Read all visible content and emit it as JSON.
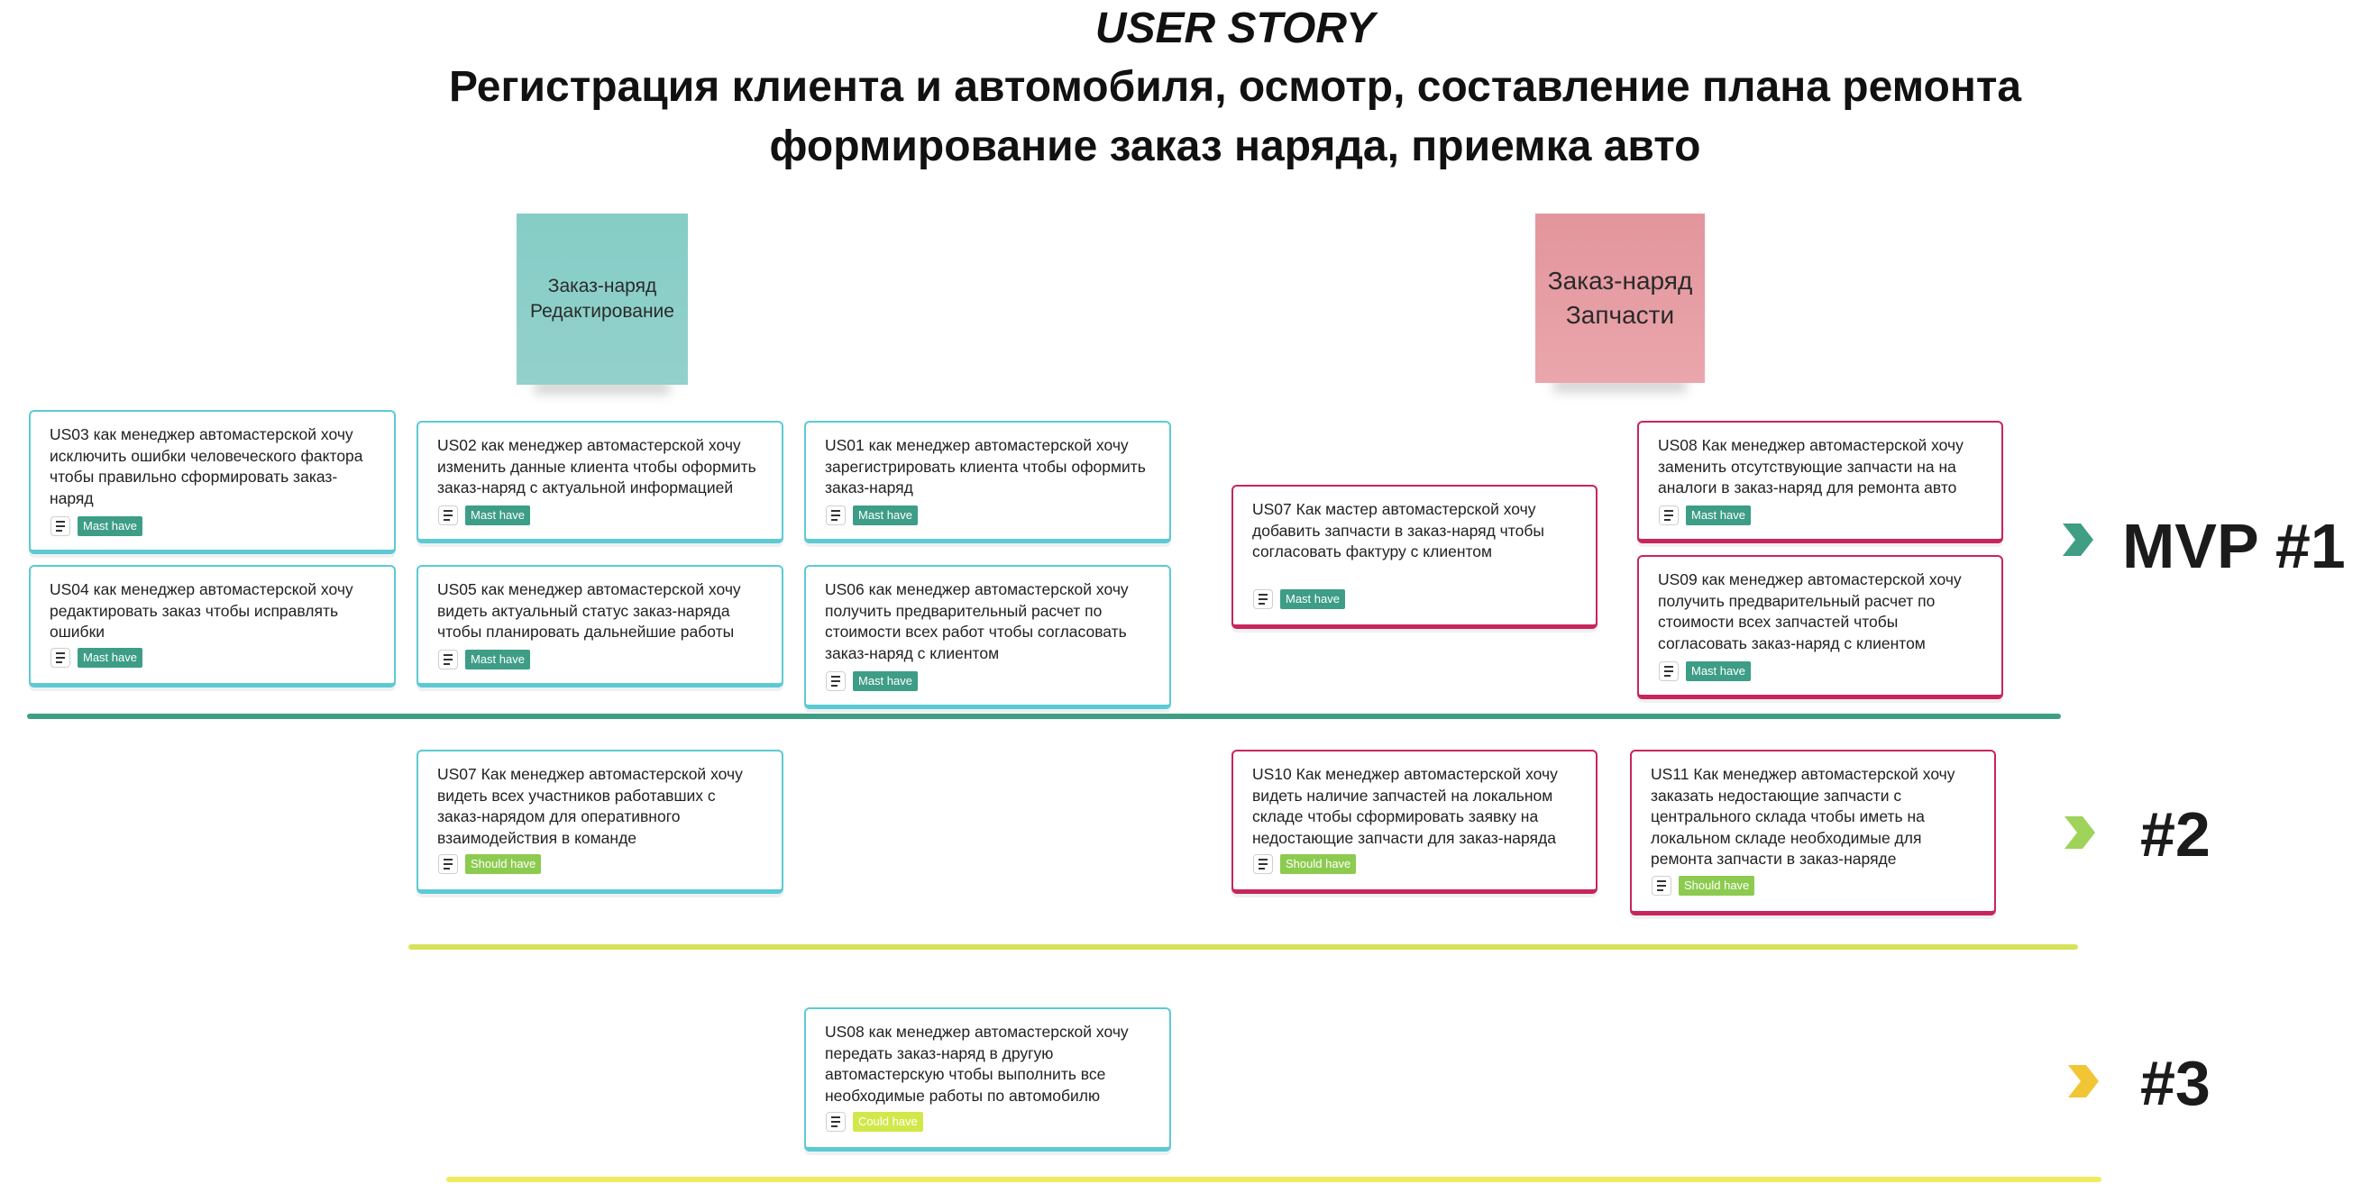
{
  "header": {
    "title": "USER STORY",
    "subtitle": "Регистрация клиента и автомобиля, осмотр, составление плана ремонта формирование заказ наряда, приемка авто"
  },
  "stickies": {
    "edit": "Заказ-наряд Редактирование",
    "parts": "Заказ-наряд Запчасти"
  },
  "cards": {
    "us03": {
      "text": "US03 как менеджер автомастерской хочу исключить ошибки человеческого фактора чтобы правильно сформировать заказ-наряд",
      "badge": "Mast have"
    },
    "us04": {
      "text": "US04 как менеджер автомастерской хочу редактировать заказ чтобы исправлять ошибки",
      "badge": "Mast have"
    },
    "us02": {
      "text": "US02 как менеджер автомастерской хочу изменить данные клиента чтобы оформить заказ-наряд с актуальной информацией",
      "badge": "Mast have"
    },
    "us05": {
      "text": "US05 как менеджер автомастерской хочу видеть актуальный статус заказ-наряда чтобы планировать дальнейшие работы",
      "badge": "Mast have"
    },
    "us01": {
      "text": "US01 как менеджер автомастерской хочу зарегистрировать клиента чтобы оформить заказ-наряд",
      "badge": "Mast have"
    },
    "us06": {
      "text": "US06 как менеджер автомастерской хочу получить предварительный расчет по стоимости всех работ чтобы согласовать заказ-наряд с клиентом",
      "badge": "Mast have"
    },
    "us07m": {
      "text": "US07 Как мастер автомастерской хочу добавить запчасти в заказ-наряд чтобы согласовать фактуру с клиентом",
      "badge": "Mast have"
    },
    "us08r": {
      "text": "US08 Как менеджер автомастерской хочу заменить отсутствующие запчасти на на аналоги в заказ-наряд для ремонта авто",
      "badge": "Mast have"
    },
    "us09": {
      "text": "US09 как менеджер автомастерской хочу получить предварительный расчет по стоимости всех запчастей чтобы согласовать заказ-наряд с клиентом",
      "badge": "Mast have"
    },
    "us07": {
      "text": "US07 Как менеджер автомастерской хочу видеть всех участников работавших с заказ-нарядом для оперативного взаимодействия в команде",
      "badge": "Should have"
    },
    "us10": {
      "text": "US10 Как менеджер автомастерской хочу видеть наличие запчастей на локальном складе чтобы сформировать заявку на недостающие запчасти для заказ-наряда",
      "badge": "Should have"
    },
    "us11": {
      "text": "US11 Как менеджер автомастерской хочу заказать недостающие запчасти с центрального склада чтобы иметь на локальном складе необходимые для ремонта запчасти в заказ-наряде",
      "badge": "Should have"
    },
    "us08": {
      "text": "US08 как менеджер автомастерской хочу передать заказ-наряд в другую автомастерскую чтобы выполнить все необходимые работы по автомобилю",
      "badge": "Could have"
    }
  },
  "releases": {
    "r1": "MVP #1",
    "r2": "#2",
    "r3": "#3"
  },
  "colors": {
    "teal_card": "#5ccad4",
    "pink_card": "#c8245d",
    "must_badge": "#3e9d86",
    "should_badge": "#8ccb4f",
    "could_badge": "#d2e84a",
    "release1": "#3f9e84",
    "release2": "#d6e35a",
    "release3": "#f2ea5e"
  },
  "icons": {
    "card_note": "notes-icon",
    "release_marker": "chevron-right-icon"
  }
}
